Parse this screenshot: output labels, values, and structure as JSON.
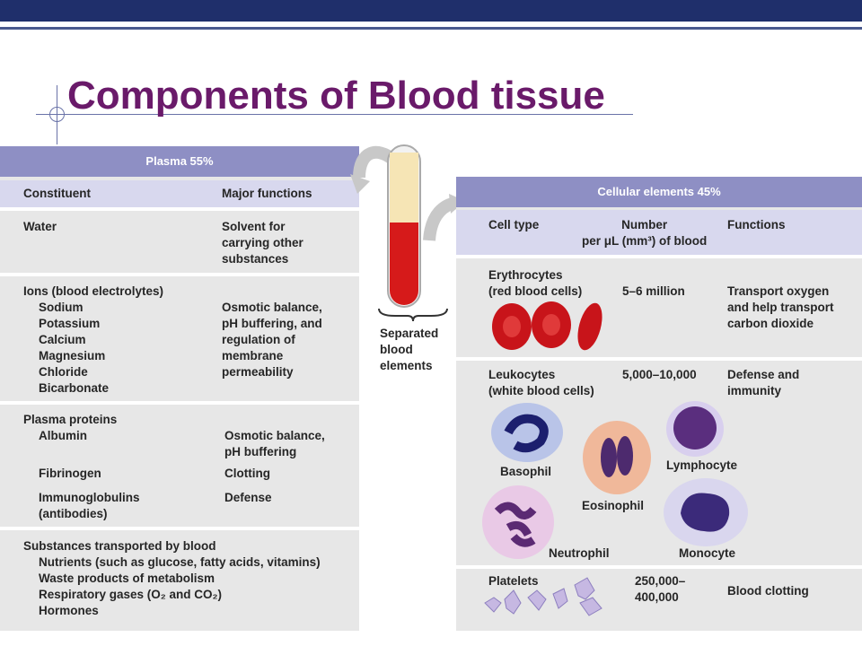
{
  "title": "Components of Blood tissue",
  "plasma": {
    "header": "Plasma 55%",
    "col_constituent": "Constituent",
    "col_functions": "Major functions",
    "water": {
      "name": "Water",
      "function": "Solvent for\ncarrying other\nsubstances"
    },
    "ions": {
      "name": "Ions (blood electrolytes)",
      "items": "Sodium\nPotassium\nCalcium\nMagnesium\nChloride\nBicarbonate",
      "function": "Osmotic balance,\npH buffering, and\nregulation of\nmembrane\npermeability"
    },
    "proteins": {
      "name": "Plasma proteins",
      "albumin": "Albumin",
      "albumin_fn": "Osmotic balance,\npH buffering",
      "fibrinogen": "Fibrinogen",
      "fibrinogen_fn": "Clotting",
      "immuno": "Immunoglobulins\n(antibodies)",
      "immuno_fn": "Defense"
    },
    "substances": {
      "name": "Substances transported by blood",
      "items": "Nutrients (such as glucose, fatty acids, vitamins)\nWaste products of metabolism\nRespiratory gases (O₂ and CO₂)\nHormones"
    }
  },
  "tube_label": "Separated\nblood\nelements",
  "cellular": {
    "header": "Cellular elements 45%",
    "col_type": "Cell type",
    "col_number": "Number\nper μL (mm³) of blood",
    "col_functions": "Functions",
    "erythrocytes": {
      "name": "Erythrocytes\n(red blood cells)",
      "number": "5–6 million",
      "function": "Transport oxygen\nand help transport\ncarbon dioxide"
    },
    "leukocytes": {
      "name": "Leukocytes\n(white blood cells)",
      "number": "5,000–10,000",
      "function": "Defense and\nimmunity",
      "basophil": "Basophil",
      "eosinophil": "Eosinophil",
      "lymphocyte": "Lymphocyte",
      "neutrophil": "Neutrophil",
      "monocyte": "Monocyte"
    },
    "platelets": {
      "name": "Platelets",
      "number": "250,000–\n400,000",
      "function": "Blood clotting"
    }
  },
  "colors": {
    "header_bg": "#8e8fc4",
    "title": "#6a1a6a",
    "topbar": "#1f2f6b"
  }
}
